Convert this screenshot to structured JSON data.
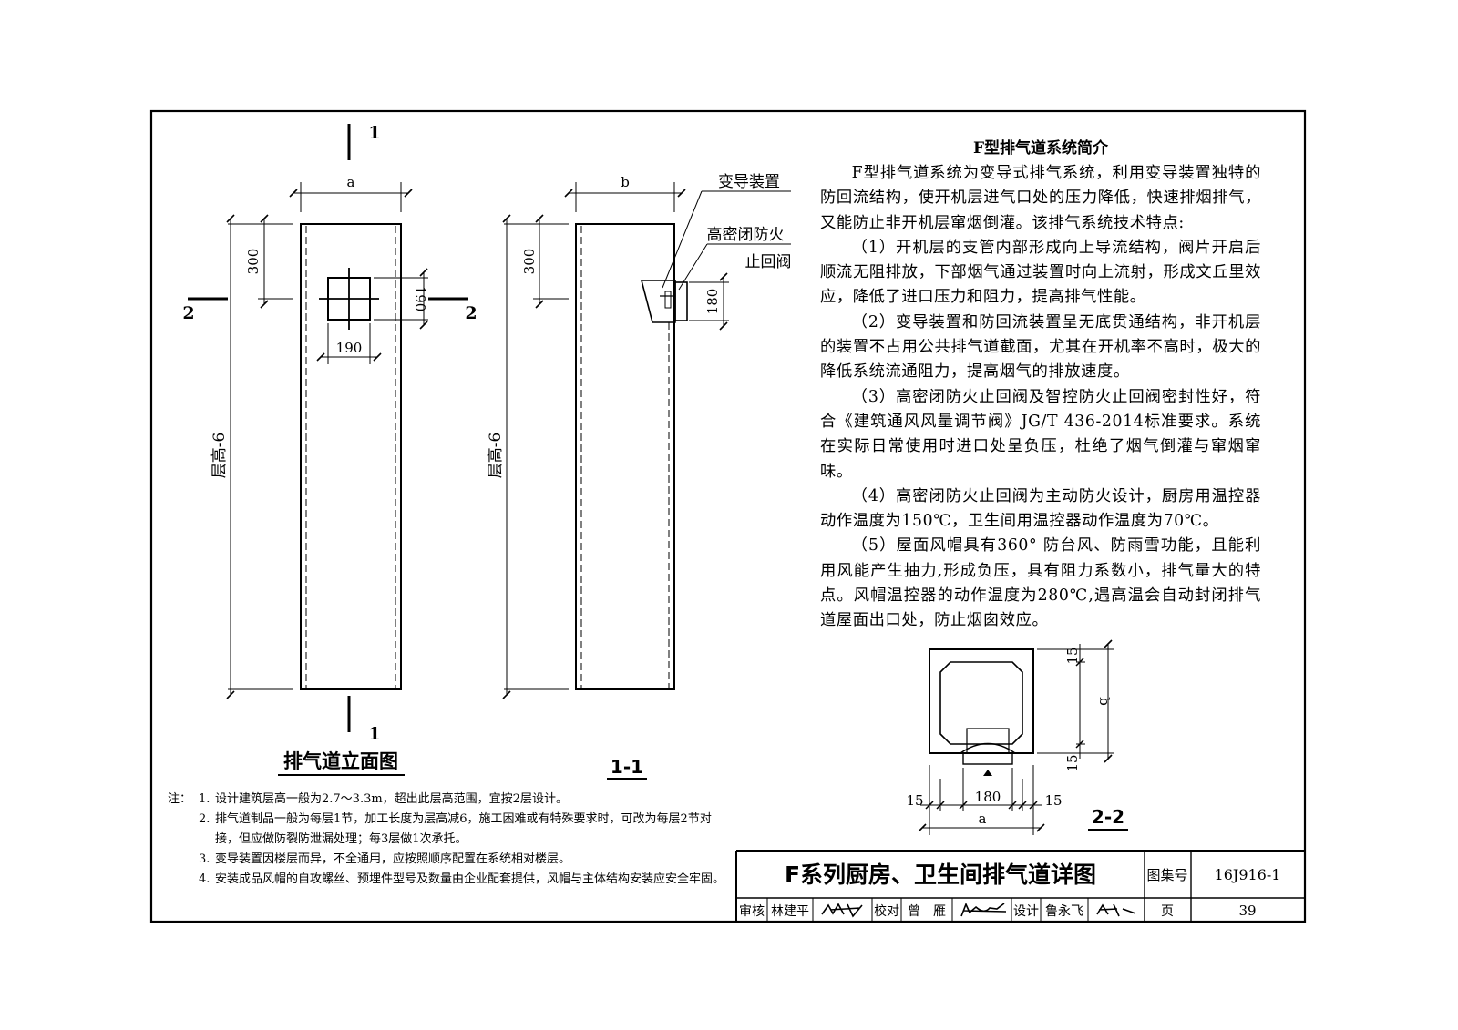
{
  "elevation": {
    "title": "排气道立面图",
    "dim_a": "a",
    "dim_300": "300",
    "dim_190_v": "190",
    "dim_190_h": "190",
    "dim_height": "层高-6",
    "cut_1": "1",
    "cut_2": "2"
  },
  "section_1_1": {
    "title": "1-1",
    "dim_b": "b",
    "dim_300": "300",
    "dim_180": "180",
    "dim_height": "层高-6",
    "callout_device": "变导装置",
    "callout_valve_line1": "高密闭防火",
    "callout_valve_line2": "止回阀"
  },
  "section_2_2": {
    "title": "2-2",
    "dim_15_a": "15",
    "dim_b": "b",
    "dim_15_b": "15",
    "dim_15_left": "15",
    "dim_180": "180",
    "dim_15_right": "15",
    "dim_a": "a"
  },
  "intro": {
    "heading": "F型排气道系统简介",
    "paragraphs": [
      "F型排气道系统为变导式排气系统，利用变导装置独特的防回流结构，使开机层进气口处的压力降低，快速排烟排气，又能防止非开机层窜烟倒灌。该排气系统技术特点:",
      "（1）开机层的支管内部形成向上导流结构，阀片开启后顺流无阻排放，下部烟气通过装置时向上流射，形成文丘里效应，降低了进口压力和阻力，提高排气性能。",
      "（2）变导装置和防回流装置呈无底贯通结构，非开机层的装置不占用公共排气道截面，尤其在开机率不高时，极大的降低系统流通阻力，提高烟气的排放速度。",
      "（3）高密闭防火止回阀及智控防火止回阀密封性好，符合《建筑通风风量调节阀》JG/T 436-2014标准要求。系统在实际日常使用时进口处呈负压，杜绝了烟气倒灌与窜烟窜味。",
      "（4）高密闭防火止回阀为主动防火设计，厨房用温控器动作温度为150℃，卫生间用温控器动作温度为70℃。",
      "（5）屋面风帽具有360° 防台风、防雨雪功能，且能利用风能产生抽力,形成负压，具有阻力系数小，排气量大的特点。风帽温控器的动作温度为280℃,遇高温会自动封闭排气道屋面出口处，防止烟囱效应。"
    ]
  },
  "notes": {
    "lead": "注：",
    "items": [
      {
        "num": "1.",
        "text": "设计建筑层高一般为2.7～3.3m，超出此层高范围，宜按2层设计。"
      },
      {
        "num": "2.",
        "text": "排气道制品一般为每层1节，加工长度为层高减6，施工困难或有特殊要求时，可改为每层2节对接，但应做防裂防泄漏处理；每3层做1次承托。"
      },
      {
        "num": "3.",
        "text": "变导装置因楼层而异，不全通用，应按照顺序配置在系统相对楼层。"
      },
      {
        "num": "4.",
        "text": "安装成品风帽的自攻螺丝、预埋件型号及数量由企业配套提供，风帽与主体结构安装应安全牢固。"
      }
    ]
  },
  "title_block": {
    "title": "F系列厨房、卫生间排气道详图",
    "atlas_label": "图集号",
    "atlas_no": "16J916-1",
    "review_label": "审核",
    "reviewer": "林建平",
    "check_label": "校对",
    "checker": "曾　雁",
    "design_label": "设计",
    "designer": "鲁永飞",
    "page_label": "页",
    "page_no": "39"
  }
}
